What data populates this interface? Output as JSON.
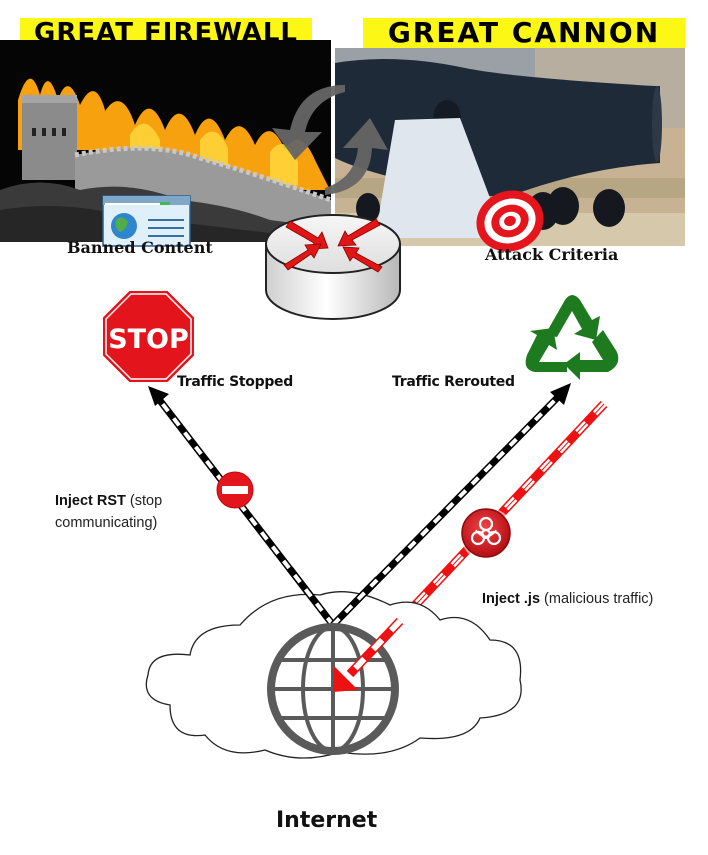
{
  "banners": {
    "firewall": "GREAT FIREWALL",
    "cannon": "GREAT CANNON"
  },
  "nodes": {
    "banned_content": "Banned Content",
    "attack_criteria": "Attack Criteria",
    "stop_sign_text": "STOP",
    "traffic_stopped": "Traffic Stopped",
    "traffic_rerouted": "Traffic Rerouted",
    "internet": "Internet"
  },
  "annotations": {
    "inject_rst": {
      "bold": "Inject RST",
      "rest_line1": " (stop",
      "rest_line2": "communicating)"
    },
    "inject_js": {
      "bold": "Inject .js",
      "rest": " (malicious traffic)"
    }
  },
  "icons": {
    "router": "router-icon",
    "cycle": "cycle-arrows-icon",
    "stop": "stop-sign-icon",
    "recycle": "recycle-icon",
    "no_entry": "no-entry-icon",
    "biohazard": "biohazard-icon",
    "globe": "globe-icon",
    "cloud": "cloud-icon",
    "target": "target-icon",
    "browser": "browser-window-icon"
  },
  "colors": {
    "banner_yellow": "#fdf715",
    "stop_red": "#e3141b",
    "recycle_green": "#1e7a1e",
    "attack_red": "#ee1111",
    "globe_gray": "#5a5a5a"
  }
}
